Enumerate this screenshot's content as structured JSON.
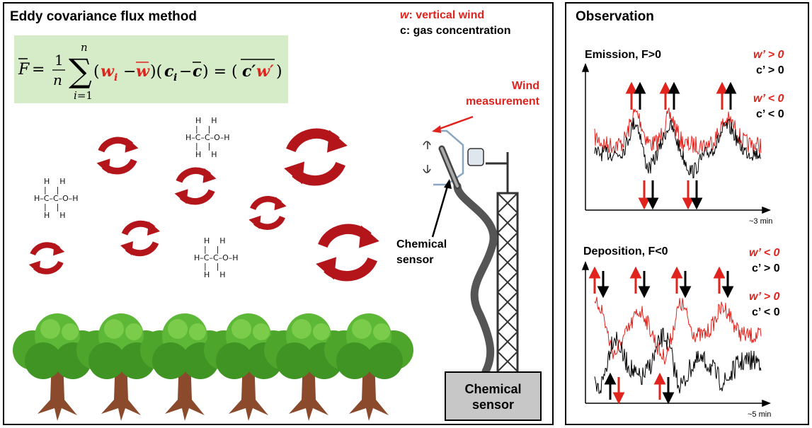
{
  "left_panel": {
    "title": "Eddy covariance flux method",
    "legend_w": "w",
    "legend_w_text": ": vertical wind",
    "legend_c": "c: gas concentration",
    "wind_measurement": "Wind measurement",
    "chemical_sensor_label": "Chemical sensor",
    "chemical_sensor_box": "Chemical sensor",
    "molecule_label": "H–C–C–O–H"
  },
  "right_panel": {
    "title": "Observation",
    "emission": {
      "title": "Emission, F>0",
      "w_pos": "w’ > 0",
      "c_pos": "c’ > 0",
      "w_neg": "w’ < 0",
      "c_neg": "c’ < 0",
      "time": "~3 min"
    },
    "deposition": {
      "title": "Deposition, F<0",
      "w_neg": "w’ < 0",
      "c_pos": "c’ > 0",
      "w_pos": "w’ > 0",
      "c_neg": "c’ < 0",
      "time": "~5 min"
    }
  },
  "colors": {
    "red": "#e0231d",
    "formula_bg": "#d6ecc9",
    "eddy": "#b3151a",
    "tree_leaf": "#4ea52b",
    "trunk": "#8b4a2b",
    "sensor_box": "#c7c7c7"
  }
}
